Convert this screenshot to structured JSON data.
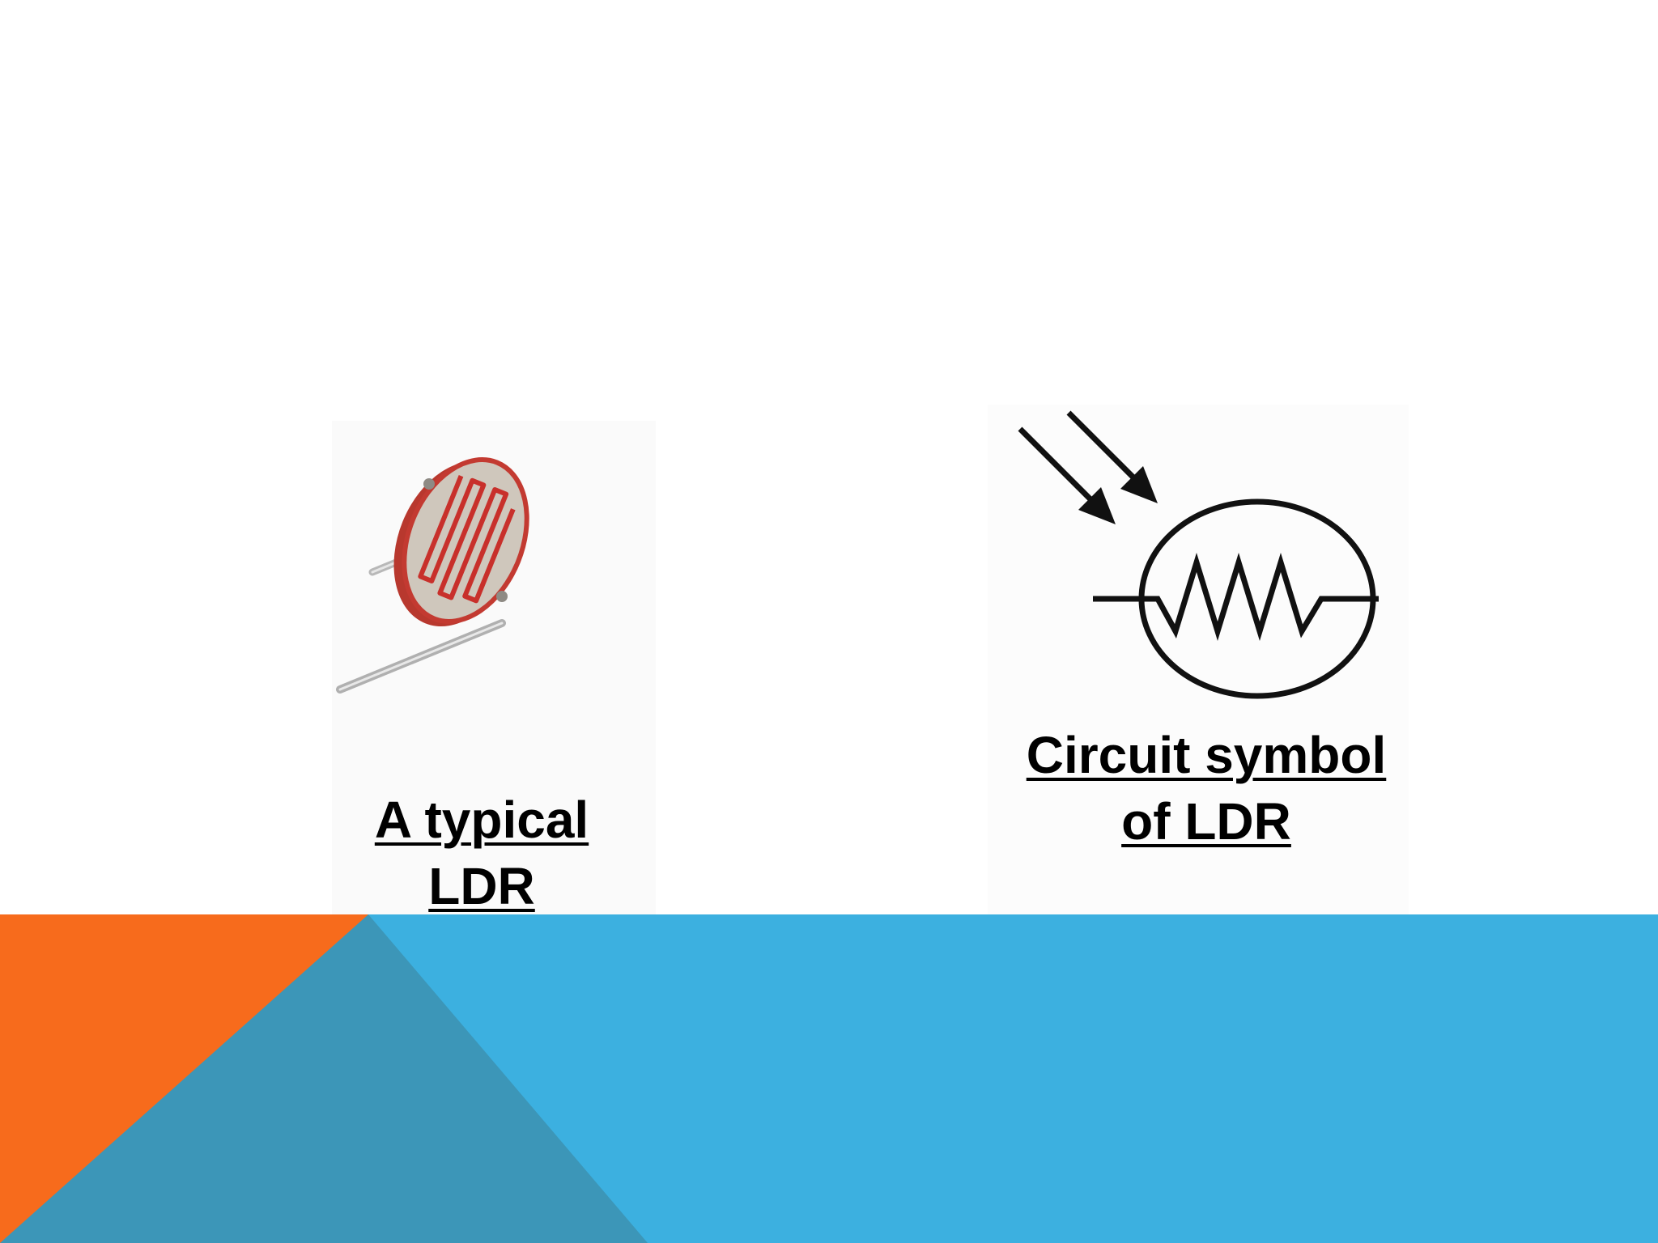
{
  "slide": {
    "left_caption": {
      "line1": "A typical",
      "line2": "LDR"
    },
    "right_caption": {
      "line1": "Circuit symbol",
      "line2": "of LDR"
    }
  },
  "theme": {
    "footer_blue": "#3cb0e0",
    "footer_dark_blue": "#3c96b8",
    "footer_orange": "#f76b1c"
  },
  "images": {
    "ldr_photo": "ldr-component-photo",
    "ldr_symbol": "ldr-circuit-symbol"
  }
}
